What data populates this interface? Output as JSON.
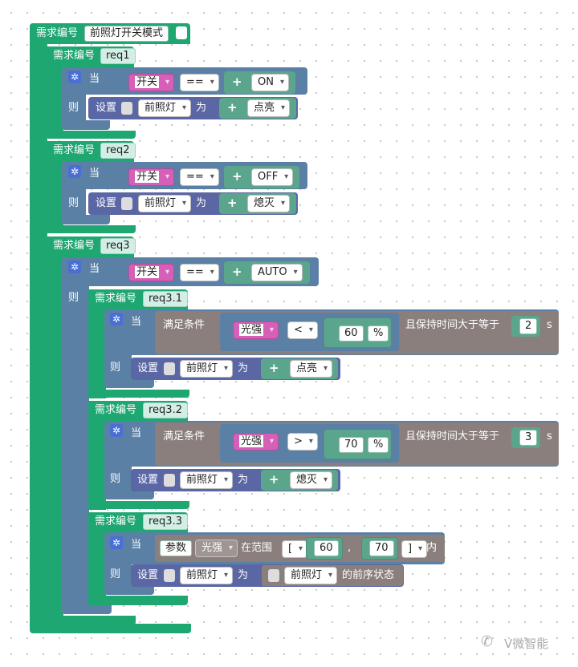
{
  "top": {
    "label": "需求编号",
    "field": "前照灯开关模式"
  },
  "req1": {
    "label": "需求编号",
    "id": "req1",
    "if": "当",
    "then": "则",
    "cond": {
      "var": "开关",
      "op": "==",
      "value": "ON"
    },
    "action": {
      "set": "设置",
      "target": "前照灯",
      "to": "为",
      "value": "点亮"
    }
  },
  "req2": {
    "label": "需求编号",
    "id": "req2",
    "if": "当",
    "then": "则",
    "cond": {
      "var": "开关",
      "op": "==",
      "value": "OFF"
    },
    "action": {
      "set": "设置",
      "target": "前照灯",
      "to": "为",
      "value": "熄灭"
    }
  },
  "req3": {
    "label": "需求编号",
    "id": "req3",
    "if": "当",
    "then": "则",
    "cond": {
      "var": "开关",
      "op": "==",
      "value": "AUTO"
    }
  },
  "req31": {
    "label": "需求编号",
    "id": "req3.1",
    "if": "当",
    "then": "则",
    "satisfy": "满足条件",
    "var": "光强",
    "op": "<",
    "value": "60",
    "unit": "%",
    "keep": "且保持时间大于等于",
    "seconds": "2",
    "s": "s",
    "action": {
      "set": "设置",
      "target": "前照灯",
      "to": "为",
      "value": "点亮"
    }
  },
  "req32": {
    "label": "需求编号",
    "id": "req3.2",
    "if": "当",
    "then": "则",
    "satisfy": "满足条件",
    "var": "光强",
    "op": ">",
    "value": "70",
    "unit": "%",
    "keep": "且保持时间大于等于",
    "seconds": "3",
    "s": "s",
    "action": {
      "set": "设置",
      "target": "前照灯",
      "to": "为",
      "value": "熄灭"
    }
  },
  "req33": {
    "label": "需求编号",
    "id": "req3.3",
    "if": "当",
    "then": "则",
    "param": "参数",
    "var": "光强",
    "inrange": "在范围",
    "lbr": "[",
    "lo": "60",
    "comma": ",",
    "hi": "70",
    "rbr": "]",
    "inside": "内",
    "action": {
      "set": "设置",
      "target": "前照灯",
      "to": "为",
      "prev_target": "前照灯",
      "prev_state": "的前序状态"
    }
  },
  "watermark": "V微智能",
  "icons": {
    "gear": "gear-icon",
    "plus": "plus-icon",
    "dropdown": "chevron-down-icon",
    "wechat": "wechat-icon"
  },
  "colors": {
    "req_block": "#1fa772",
    "if_block": "#5b80a5",
    "set_block": "#5b67a5",
    "cond_block": "#8a7f7c",
    "var_block": "#d660b8",
    "math_block": "#5ba58c"
  }
}
